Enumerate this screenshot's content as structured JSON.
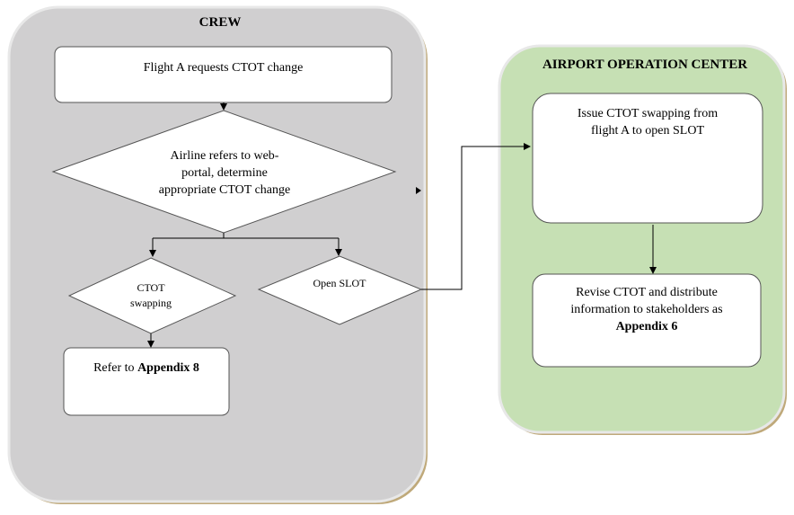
{
  "lanes": {
    "crew": {
      "title": "CREW"
    },
    "aoc": {
      "title": "AIRPORT OPERATION CENTER"
    }
  },
  "nodes": {
    "flight_request": "Flight A requests CTOT change",
    "airline_refers": [
      "Airline refers to web-",
      "portal, determine",
      "appropriate CTOT change"
    ],
    "ctot_swapping": [
      "CTOT",
      "swapping"
    ],
    "open_slot": "Open SLOT",
    "refer_appendix8": {
      "prefix": "Refer to ",
      "bold": "Appendix 8"
    },
    "issue_swap": [
      "Issue CTOT swapping from",
      "flight A to open SLOT"
    ],
    "revise_ctot": {
      "line1": "Revise CTOT and distribute",
      "line2": "information to stakeholders as",
      "bold": "Appendix 6"
    }
  },
  "colors": {
    "crew_fill": "#d0cfd0",
    "aoc_fill": "#c6e0b4",
    "lane_border": "#bfa97a"
  }
}
